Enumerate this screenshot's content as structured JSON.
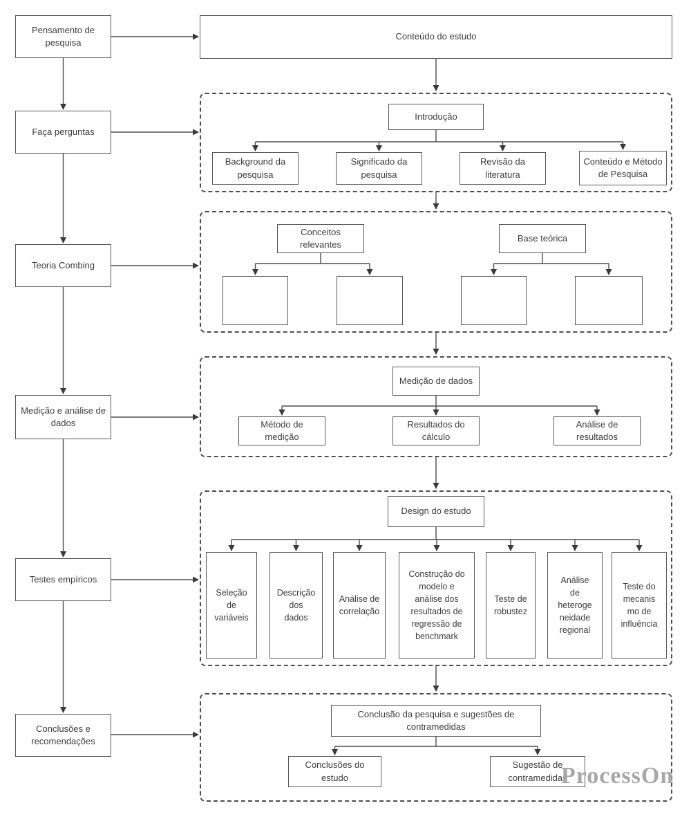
{
  "diagram": {
    "left_flow": [
      {
        "label": "Pensamento de pesquisa"
      },
      {
        "label": "Faça perguntas"
      },
      {
        "label": "Teoria Combing"
      },
      {
        "label": "Medição e análise de dados"
      },
      {
        "label": "Testes empíricos"
      },
      {
        "label": "Conclusões e recomendações"
      }
    ],
    "study_content": {
      "label": "Conteúdo do estudo"
    },
    "introduction": {
      "title": "Introdução",
      "children": [
        "Background da pesquisa",
        "Significado da pesquisa",
        "Revisão da literatura",
        "Conteúdo e Método de Pesquisa"
      ]
    },
    "theory": {
      "groups": [
        {
          "title": "Conceitos relevantes"
        },
        {
          "title": "Base teórica"
        }
      ]
    },
    "measurement": {
      "title": "Medição de dados",
      "children": [
        "Método de medição",
        "Resultados do cálculo",
        "Análise de resultados"
      ]
    },
    "design": {
      "title": "Design do estudo",
      "children": [
        "Seleção\nde\nvariáveis",
        "Descrição\ndos\ndados",
        "Análise de\ncorrelação",
        "Construção do\nmodelo e\nanálise dos\nresultados de\nregressão de\nbenchmark",
        "Teste de\nrobustez",
        "Análise\nde\nheteroge\nneidade\nregional",
        "Teste do\nmecanis\nmo de\ninfluência"
      ]
    },
    "conclusion": {
      "title": "Conclusão da pesquisa e sugestões de contramedidas",
      "children": [
        "Conclusões do estudo",
        "Sugestão de contramedidas"
      ]
    },
    "watermark": "ProcessOn",
    "colors": {
      "line": "#4d4d4d",
      "text": "#3d3d3d",
      "watermark": "#a7a7a7"
    }
  }
}
